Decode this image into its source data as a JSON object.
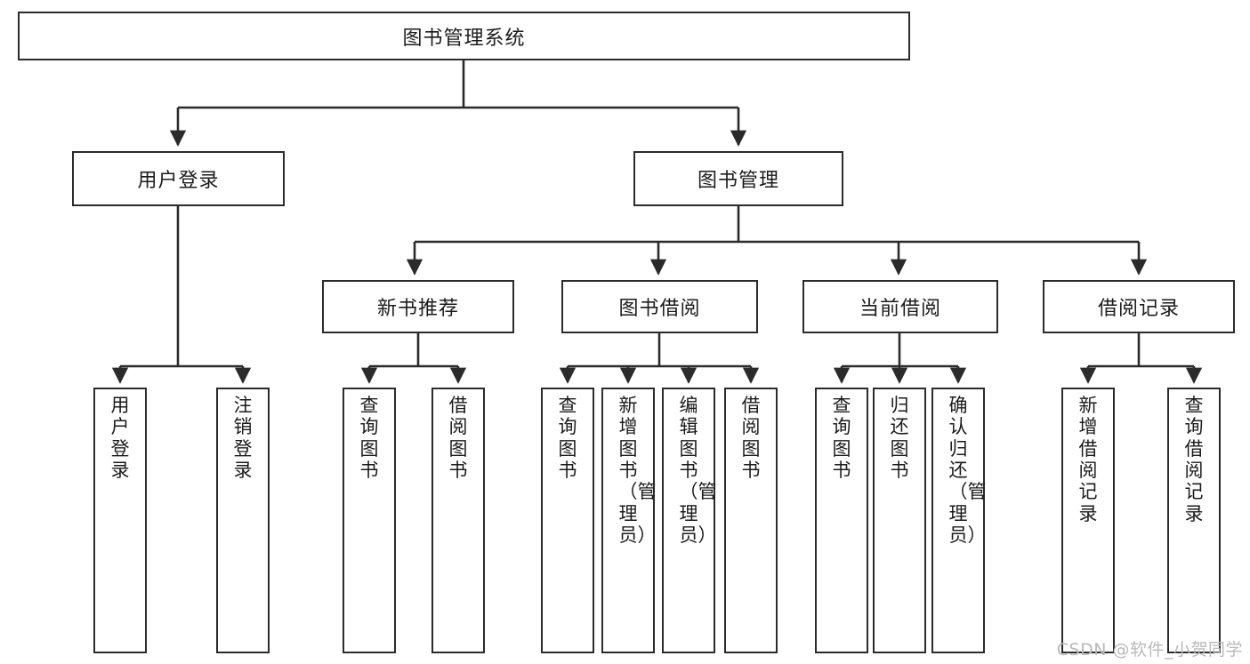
{
  "diagram": {
    "type": "tree",
    "title": "图书管理系统",
    "root": {
      "label": "图书管理系统"
    },
    "level2": [
      {
        "label": "用户登录"
      },
      {
        "label": "图书管理"
      }
    ],
    "level3": [
      {
        "label": "新书推荐"
      },
      {
        "label": "图书借阅"
      },
      {
        "label": "当前借阅"
      },
      {
        "label": "借阅记录"
      }
    ],
    "leaves": {
      "user_login": [
        {
          "label": "用户登录"
        },
        {
          "label": "注销登录"
        }
      ],
      "new_book_recommend": [
        {
          "label": "查询图书"
        },
        {
          "label": "借阅图书"
        }
      ],
      "book_borrow": [
        {
          "label": "查询图书"
        },
        {
          "label": "新增图书（管理员）"
        },
        {
          "label": "编辑图书（管理员）"
        },
        {
          "label": "借阅图书"
        }
      ],
      "current_borrow": [
        {
          "label": "查询图书"
        },
        {
          "label": "归还图书"
        },
        {
          "label": "确认归还（管理员）"
        }
      ],
      "borrow_record": [
        {
          "label": "新增借阅记录"
        },
        {
          "label": "查询借阅记录"
        }
      ]
    }
  },
  "watermark": {
    "text": "CSDN @软件_小贺同学"
  },
  "colors": {
    "box_border": "#2b2b2b",
    "box_fill": "#ffffff",
    "edge": "#2b2b2b",
    "text": "#1b1b1b",
    "watermark": "#b9b9b9"
  }
}
